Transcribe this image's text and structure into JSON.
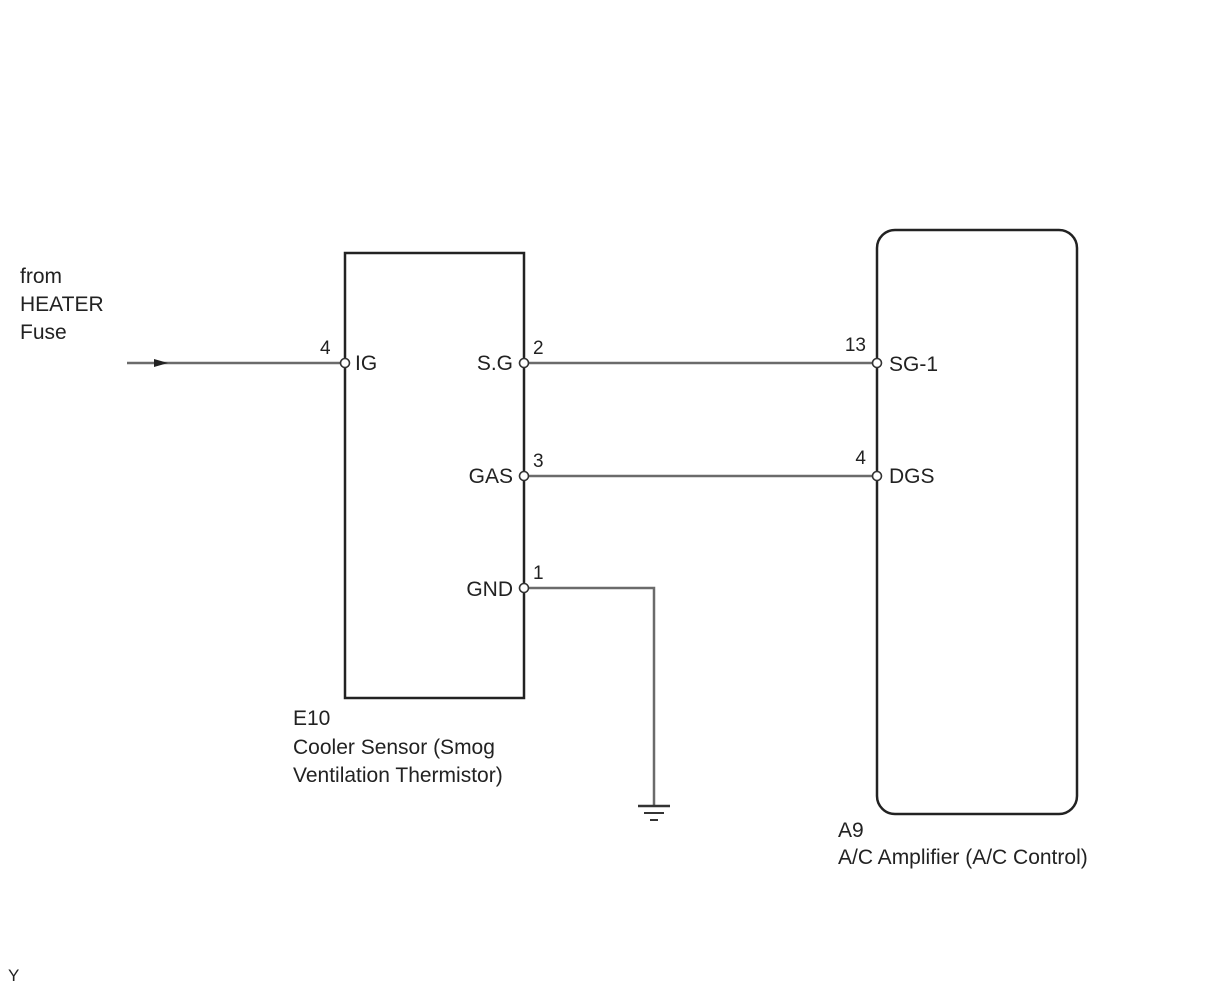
{
  "source": {
    "lines": [
      "from",
      "HEATER",
      "Fuse"
    ]
  },
  "sensor": {
    "code": "E10",
    "name_lines": [
      "Cooler Sensor (Smog",
      "Ventilation Thermistor)"
    ],
    "terminals": [
      {
        "pin": "4",
        "label": "IG"
      },
      {
        "pin": "2",
        "label": "S.G"
      },
      {
        "pin": "3",
        "label": "GAS"
      },
      {
        "pin": "1",
        "label": "GND"
      }
    ]
  },
  "amplifier": {
    "code": "A9",
    "name": "A/C Amplifier (A/C Control)",
    "terminals": [
      {
        "pin": "13",
        "label": "SG-1"
      },
      {
        "pin": "4",
        "label": "DGS"
      }
    ]
  },
  "corner_mark": "Y"
}
